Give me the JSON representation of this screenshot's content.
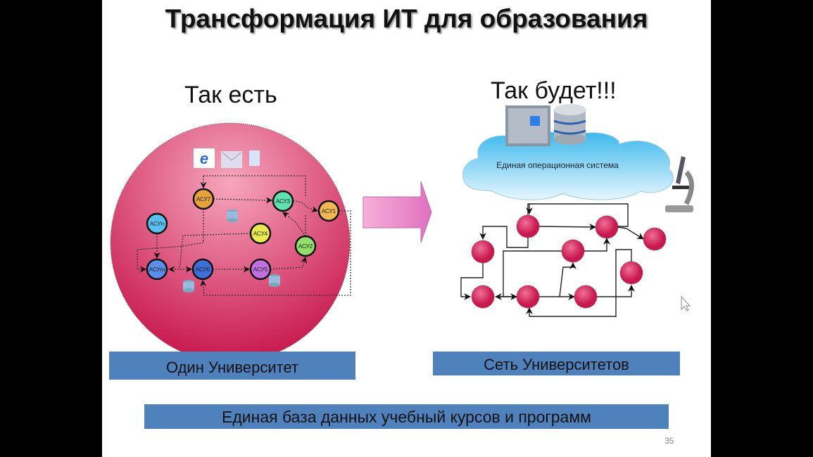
{
  "title": "Трансформация ИТ для  образования",
  "left": {
    "heading": "Так есть",
    "label": "Один Университет",
    "nodes": [
      {
        "id": "АСУ7",
        "color": "#e8a23c"
      },
      {
        "id": "АСУ3",
        "color": "#5fe0b0"
      },
      {
        "id": "АСУ1",
        "color": "#f0b850"
      },
      {
        "id": "АСУn",
        "color": "#58c0ee"
      },
      {
        "id": "АСУ4",
        "color": "#eaea50"
      },
      {
        "id": "АСУ2",
        "color": "#8ee06a"
      },
      {
        "id": "АСУm",
        "color": "#5a8ee8"
      },
      {
        "id": "АСУ6",
        "color": "#3e6ed8"
      },
      {
        "id": "АСУ5",
        "color": "#c070e0"
      }
    ]
  },
  "right": {
    "heading": "Так будет!!!",
    "cloud_text": "Единая операционная система",
    "label": "Сеть Университетов"
  },
  "bottom_label": "Единая база данных учебный курсов и программ",
  "page_number": "35",
  "colors": {
    "label_bg": "#4f81bd",
    "circle": "#d9466f",
    "node": "#d63a68"
  }
}
